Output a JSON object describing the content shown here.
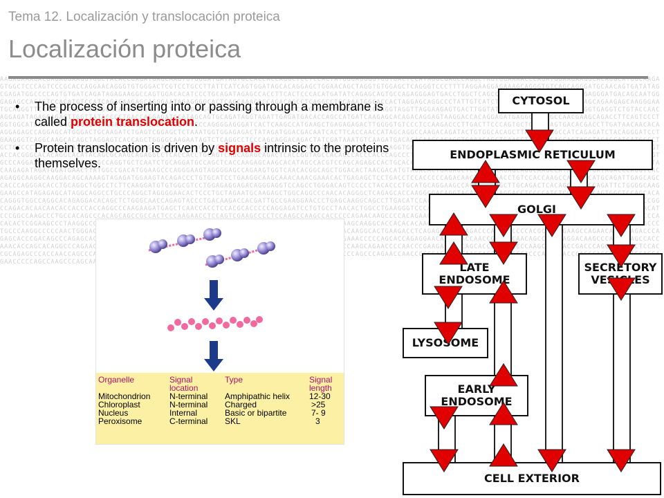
{
  "header": {
    "subtitle": "Tema 12. Localización y translocación proteica",
    "title": "Localización proteica"
  },
  "bullets": [
    {
      "before": "The process of inserting into or passing through a membrane is called ",
      "highlight": "protein translocation",
      "after": "."
    },
    {
      "before": "Protein translocation is driven by ",
      "highlight": "signals",
      "after": " intrinsic to the proteins themselves."
    }
  ],
  "background_sequence": "AAGAGAAAGACGAGAGGAAGGTGGCTACACCGAGATGAGCAAGTGTGGGATGATAGTGCCACCACCAGGCTCCTCCACTATGGGAGGGGTGGTGACTCCATAGGCGAGCCAGGCTAGTGGAAAACCCAGATGGAAGAAGGCACAGGCATGGCAAGAGTGGCTCCCAGTCCCGCACCAGGAACAGGGTGTGGGACTCGTCCTGCCTTATTCATCAGTGGATAGCACAGGAGCTGGAACAGCTAGGTGTGGAGCTCAGGGTCCCTTTTAGGAAGGAGAAAGCAGGGTGTCAGCAGGGATGCAACAGTGATATAGCGAGATGGCCCCAGTGTGATCAGATAGAGAAGGCCAGTGGACACATCCCTGCAGATAGAGCCACCTTCACTCCCACATGATATCAGAGCAGTGCCAGAGGGAGTGACCTGGCTCAGCCCTCTCCACTAGGAGGCTCCAGAGGGATGACAGCAATGGGAGAGCCACAGTCCACATGTCCATCAGACAAGAGCAGGGAATAGAGGGGCACTCAGCAAACACCAGACAGCCTCAGGCCTGCAAATGGCACCACTAGGAGCAGGCCCTATTGTCATCTACTCTACCCAATCTTGGGCCAGCAGAAGAGCAAGGGAATGCAGGGTTCCAGCTCCAGAGTCAGCACAGGCTTGAGCTCTGGGAGAAGGCCATTAGATAAGGGAGGAGTCGAGGCAACTTGGAACCCCCAGGTAGGTTAGGAAGAGTGACTTGGTATCTTATGGAGAGAGACTGACTGGTGAGGTCTGTACCAACAGGAGATAGAGGAGACTTGGTTATACCCCTGACCAGGAGATCCATAGCAGTGCAGATAGGTAGATTGAGATGACACCAGCCATGATCAAGAGCACAGACAGGAGTAAGGACCACAGGAGATGAGGCCTCTGCCAACGAAGCAGACCTTCAGTCCCTGGTGGCATCACACGGCGAGGGCATTGGAGGGAGGACCATGTGCTAGCCCAGGGGAGGGATCACTCAAGCCATGAAGCTGAGAGAGACTTGGGGTGTCCCTCCAAGACCCTTGACTTCCCAGTGCTCCAGAAGTGACACGACCTTGATAACAACACAAGGAGAGCCAGGAGCATGGGACTGCAAGATCTGAGTCGGAGCTCTAAATGGTGGAGAGACTATAGATGGACGACAATCACTTCACCAACCATAGCAGGCCAAGACAGATACTGTGGCACAGCTTATCCCAAGCCATCAGAGATCTACAGGGATCCTGAAGGGTCAGGCAAGCACAGCTAGGAGTCACCAGCTGGGGCAAGAATAGTCTCAGGCCTCCCAGCAGGACAGACTATCGATAAATGTCAAGATGACAGACAAGCAGAGGTGAAACAGCTGAAGCTAGAGACAGCAGTAGGTAGACCATCATGCCCTGCTGCCCCTCCAGCAAGATGAGGACAGGACACACAGCAATGACAGCAGCTGGACCCGAGTGGAGGACACATGACAGGAAGCACCAGGGCTGCAGGTGGTGTCAGCATCACACAGCCTCAGAGGCTCCCCAAAGGCAGCACTGGTGCCATATCCAGTACCACGGGCACACAGGCACATACAGCGCAAGCAGAGGCCTCACCACCTGCAGTCAGCAGAGCAGACTCACCGGTAGCCACAGCCACCCACCCAGCCCTTCCCCAGGCAAGGCCCACATCTGGAGAAGAGGACAGGAGACAGCTTGCTGCTGAGAGTGCCCAGGAACCACCCTGCCAGGAGCCAGGTGCTCAATCTGCAGGATGCCAGCTCACCAAGAGCAAGCACATAGCCACGTCCAGCAGAGCCACTGCACCCCAGAGCTGCTGAATGCGGCCACAGACAGGCTCCCTGAGATGACAGAGCTCCTGCATACAAGAGATAGATGGATGAACTTATGGCCGACATGGAAGCCCAGGGAAGTAGGGGAGCCAGAAGTGGTCAACACGGCAGCTGGACACTAACGACATGTAGACACTGAGAGCTCCAGCCAAGAGCAGGCAAGCCATAGACATGATAGACCCAGGTCACAGAGGCAAGGCAAGGACAGCAAAAGTAGAGATGGAAGTACAGACCCTGTGCATCCTGAAGGCAAGCAAACAAACGAAACACTGAGAGCTCCTGACCTCCACCCCCAGACAACTCAGGGACCTGTCCACCAAGCCACCTGCATGCAGATTGAGCAGCCACCCAGGGACACCTGCAGGCTGGCCTCTTCAAGGATGTGTGGCGTCCTGGAGAGGAGACAGGGAGGTCCAGCCTGGGACAGTCCCCCTACACCCTGCATGCAGGAAGCCACTGCACAGCTTGCAGACTCACAGGGCACCCAGATTCTGGGGCAAGGAAGCCATAGAGAGCATAGGCAGGCCTGCCCAGGCTAGGGGAACACTCCCTGCTAGAATGCAAGAGCTGGCAGGCCCAACACAGGGCTCAGAGCACCAAGGGGACAGGTAGACCACAGAGGACCTCCCCATCTCCGAGGCCAGTGGCTCCAGCACACAGGGTGGCCAGGCACAGAGGACACAGCTCTGGGCAACCAGAGTACCCTGACAAGACCACGATTGCCGAAGGAACCCTGAGCAAGGCAGCCTTGACATCCACTACCCCTGTCCAAGAGGCGGCCGTAGCCTAGGAGCCCCCAGCCAAGCCTTCCGGCCAGACACAACAACACCACCCACCAGGCCCAAGAAGATGAGCTCAACCACCTCCACGCACCCCCAGGAGATCCTGTGCCTAACACTGGCCTGAAGGGTCCCAGCCAGCACCTCCCAGCACTCCAAACCAGGAAGGCCCTGCATAGCCCCAGGACATCCCGGCCAAGCCCTGCCACAGCCCACAGCAGCCGCCACTCCCAAGAACCTCCAGTCGAAGCCCCTCCAAGCCAAGCCACCCCCAGAACAAGCCCCACAGAAGAACACTCCCAGCGCCCCAGGAACACAGGCCCTGCCGAACCCACAGCCTTCCCCACACACTCGGAAGCCCTAAGGCCCCCGAGCCCCAGCTCAGGAACACCTGCCCCACAGGAAGCAAGACCCCCCAGCAGCCCCAAAGCAAGGCACCACACACAAGCCTCAGGAAGCACCAAAGCCCAGCACAAAACTCAGAACACCCCCAGCCCAGCCCTGCCCAAGGCCCCCAACTGGGAGAGACTCCTAGCCCAACCCCAAGAAGGTCACAGACCCACAGGCAGCCCGCAGAAGAACCACAAGGCACTGAAGACCTCAGAGCCCCACAGACCCAGAACCCCCACGCACCAGAAGCCAGAACATGGAAGACCCAGAGCACCCGACAGCCCAGAGCACCGAAAAAGGCCCTGCCCCAGCCTCCACCCTACAGAGAACCCCAGACCGGCCCCCTCCAGAAACCCCCAGCACCAGAGGAACACCCCACCAACCGCTACCAACAGCCCCCAAGGACAAGCCCAACAGAGCCACCAAACACCAGCACAGGCCCAGAAGGACCAAGCACAGACCGCCCCGCAGCCCAGAACCCACCAGCCACAGCCCCTAGCAACCCCCAAGCAGAACCCCAACCCGAAGAGCCTCAGCACCCAACACCCCAAGCAACCACCGACCCAGCAAAACACTCCACCGCAGAGCCCACCAACCAGCCCAGGCCCAGGACCACCTAAGCACCGCCCACCACAGCAGCAACCCCCAAGACCACACGCAACCCAGCCCAGAACCAACCCCGCACCCCAGAACCACCCAAGGCCACCCAGAACACCCAGCCACCCCAGGACCAGCAGAACCCCCAGCCAAGCCCAGCAACCCCGCACCCCAGAACCACCC",
  "figure": {
    "table_headers": [
      "Organelle",
      "Signal location",
      "Type",
      "Signal length"
    ],
    "table_rows": [
      [
        "Mitochondrion",
        "N-terminal",
        "Amphipathic helix",
        "12-30"
      ],
      [
        "Chloroplast",
        "N-terminal",
        "Charged",
        ">25"
      ],
      [
        "Nucleus",
        "Internal",
        "Basic or bipartite",
        "7- 9"
      ],
      [
        "Peroxisome",
        "C-terminal",
        "SKL",
        "3"
      ]
    ],
    "colors": {
      "protein_bead": "#9b8fd6",
      "signal_bead": "#f06aa0",
      "arrow": "#1b3a8a",
      "table_bg": "#fbf0a4",
      "table_header": "#b0106a"
    }
  },
  "diagram": {
    "cytosol": "CYTOSOL",
    "er": "ENDOPLASMIC RETICULUM",
    "golgi": "GOLGI",
    "late_endosome": "LATE ENDOSOME",
    "secretory_vesicles": "SECRETORY VESICLES",
    "lysosome": "LYSOSOME",
    "early_endosome": "EARLY ENDOSOME",
    "cell_exterior": "CELL EXTERIOR",
    "arrow_color": "#e00000"
  }
}
